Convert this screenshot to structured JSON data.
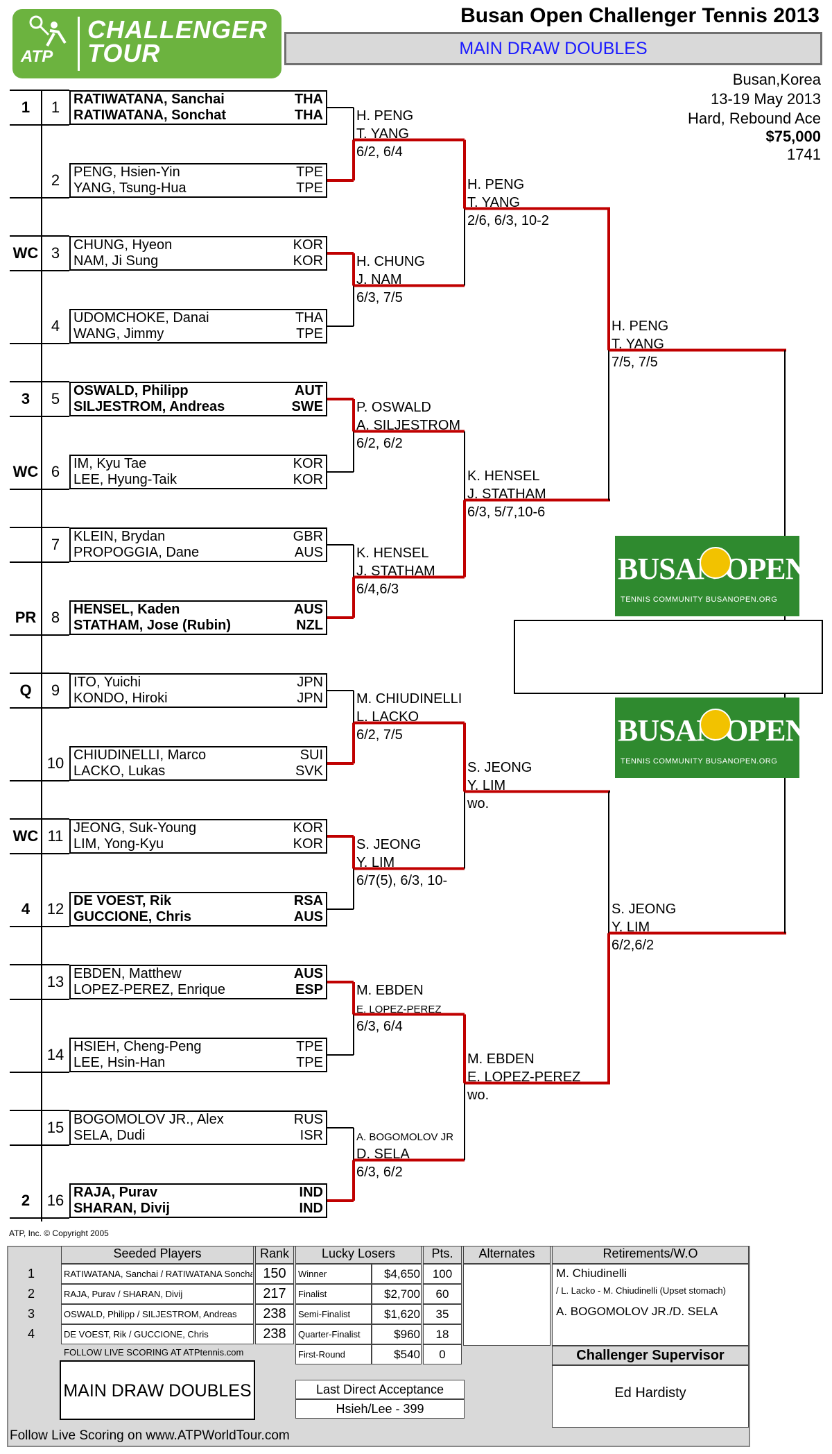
{
  "header": {
    "logo_atp": "ATP",
    "logo_challenger": "CHALLENGER",
    "logo_tour": "TOUR",
    "title": "Busan Open Challenger Tennis 2013",
    "subtitle": "MAIN DRAW DOUBLES",
    "location": "Busan,Korea",
    "dates": "13-19 May 2013",
    "surface": "Hard, Rebound Ace",
    "prize": "$75,000",
    "code": "1741"
  },
  "entries": [
    {
      "seed": "1",
      "num": "1",
      "p1": "RATIWATANA, Sanchai",
      "n1": "THA",
      "p2": "RATIWATANA, Sonchat",
      "n2": "THA",
      "bold": true
    },
    {
      "seed": "",
      "num": "2",
      "p1": "PENG, Hsien-Yin",
      "n1": "TPE",
      "p2": "YANG, Tsung-Hua",
      "n2": "TPE",
      "bold": false
    },
    {
      "seed": "WC",
      "num": "3",
      "p1": "CHUNG, Hyeon",
      "n1": "KOR",
      "p2": "NAM, Ji Sung",
      "n2": "KOR",
      "bold": false
    },
    {
      "seed": "",
      "num": "4",
      "p1": "UDOMCHOKE, Danai",
      "n1": "THA",
      "p2": "WANG, Jimmy",
      "n2": "TPE",
      "bold": false
    },
    {
      "seed": "3",
      "num": "5",
      "p1": "OSWALD, Philipp",
      "n1": "AUT",
      "p2": "SILJESTROM, Andreas",
      "n2": "SWE",
      "bold": true
    },
    {
      "seed": "WC",
      "num": "6",
      "p1": "IM, Kyu Tae",
      "n1": "KOR",
      "p2": "LEE, Hyung-Taik",
      "n2": "KOR",
      "bold": false
    },
    {
      "seed": "",
      "num": "7",
      "p1": "KLEIN, Brydan",
      "n1": "GBR",
      "p2": "PROPOGGIA, Dane",
      "n2": "AUS",
      "bold": false
    },
    {
      "seed": "PR",
      "num": "8",
      "p1": "HENSEL, Kaden",
      "n1": "AUS",
      "p2": "STATHAM, Jose (Rubin)",
      "n2": "NZL",
      "bold": true
    },
    {
      "seed": "Q",
      "num": "9",
      "p1": "ITO, Yuichi",
      "n1": "JPN",
      "p2": "KONDO, Hiroki",
      "n2": "JPN",
      "bold": false
    },
    {
      "seed": "",
      "num": "10",
      "p1": "CHIUDINELLI, Marco",
      "n1": "SUI",
      "p2": "LACKO, Lukas",
      "n2": "SVK",
      "bold": false
    },
    {
      "seed": "WC",
      "num": "11",
      "p1": "JEONG, Suk-Young",
      "n1": "KOR",
      "p2": "LIM, Yong-Kyu",
      "n2": "KOR",
      "bold": false
    },
    {
      "seed": "4",
      "num": "12",
      "p1": "DE VOEST, Rik",
      "n1": "RSA",
      "p2": "GUCCIONE, Chris",
      "n2": "AUS",
      "bold": true
    },
    {
      "seed": "",
      "num": "13",
      "p1": "EBDEN, Matthew",
      "n1": "AUS",
      "p2": "LOPEZ-PEREZ, Enrique",
      "n2": "ESP",
      "bold": false,
      "bold_nat": true
    },
    {
      "seed": "",
      "num": "14",
      "p1": "HSIEH, Cheng-Peng",
      "n1": "TPE",
      "p2": "LEE, Hsin-Han",
      "n2": "TPE",
      "bold": false
    },
    {
      "seed": "",
      "num": "15",
      "p1": "BOGOMOLOV JR., Alex",
      "n1": "RUS",
      "p2": "SELA, Dudi",
      "n2": "ISR",
      "bold": false
    },
    {
      "seed": "2",
      "num": "16",
      "p1": "RAJA, Purav",
      "n1": "IND",
      "p2": "SHARAN, Divij",
      "n2": "IND",
      "bold": true
    }
  ],
  "round2": [
    {
      "w1": "H. PENG",
      "w2": "T. YANG",
      "score": "6/2, 6/4"
    },
    {
      "w1": "H. CHUNG",
      "w2": "J. NAM",
      "score": "6/3, 7/5"
    },
    {
      "w1": "P. OSWALD",
      "w2": "A. SILJESTROM",
      "score": "6/2, 6/2"
    },
    {
      "w1": "K. HENSEL",
      "w2": "J. STATHAM",
      "score": "6/4,6/3"
    },
    {
      "w1": "M. CHIUDINELLI",
      "w2": "L. LACKO",
      "score": "6/2, 7/5"
    },
    {
      "w1": "S. JEONG",
      "w2": "Y. LIM",
      "score": "6/7(5), 6/3, 10-"
    },
    {
      "w1": "M. EBDEN",
      "w2": "E. LOPEZ-PEREZ",
      "score": "6/3, 6/4",
      "w2_small": true
    },
    {
      "w1": "A. BOGOMOLOV JR",
      "w2": "D. SELA",
      "score": "6/3, 6/2",
      "w1_small": true
    }
  ],
  "quarterfinals": [
    {
      "w1": "H. PENG",
      "w2": "T. YANG",
      "score": "2/6, 6/3, 10-2"
    },
    {
      "w1": "K. HENSEL",
      "w2": "J. STATHAM",
      "score": "6/3, 5/7,10-6"
    },
    {
      "w1": "S. JEONG",
      "w2": "Y. LIM",
      "score": "wo."
    },
    {
      "w1": "M. EBDEN",
      "w2": "E. LOPEZ-PEREZ",
      "score": "wo."
    }
  ],
  "semifinals": [
    {
      "w1": "H. PENG",
      "w2": "T. YANG",
      "score": "7/5, 7/5"
    },
    {
      "w1": "S. JEONG",
      "w2": "Y. LIM",
      "score": "6/2,6/2"
    }
  ],
  "banner": {
    "big": "BUSAN OPEN",
    "small": "TENNIS COMMUNITY BUSANOPEN.ORG"
  },
  "copyright": "ATP, Inc. © Copyright 2005",
  "footer": {
    "seeded_header": "Seeded Players",
    "rank_header": "Rank",
    "lucky_header": "Lucky Losers",
    "pts_header": "Pts.",
    "alternates_header": "Alternates",
    "retire_header": "Retirements/W.O",
    "seeded": [
      {
        "n": "1",
        "team": "RATIWATANA, Sanchai / RATIWATANA Sonchat",
        "rank": "150"
      },
      {
        "n": "2",
        "team": "RAJA, Purav / SHARAN, Divij",
        "rank": "217"
      },
      {
        "n": "3",
        "team": "OSWALD, Philipp / SILJESTROM, Andreas",
        "rank": "238"
      },
      {
        "n": "4",
        "team": "DE VOEST, Rik / GUCCIONE, Chris",
        "rank": "238"
      }
    ],
    "prizes": [
      {
        "round": "Winner",
        "money": "$4,650",
        "pts": "100"
      },
      {
        "round": "Finalist",
        "money": "$2,700",
        "pts": "60"
      },
      {
        "round": "Semi-Finalist",
        "money": "$1,620",
        "pts": "35"
      },
      {
        "round": "Quarter-Finalist",
        "money": "$960",
        "pts": "18"
      },
      {
        "round": "First-Round",
        "money": "$540",
        "pts": "0"
      }
    ],
    "retirements": [
      "M. Chiudinelli",
      "/ L. Lacko - M. Chiudinelli (Upset stomach)",
      "A. BOGOMOLOV JR./D. SELA"
    ],
    "follow_small": "FOLLOW LIVE SCORING AT ATPtennis.com",
    "main_draw": "MAIN DRAW DOUBLES",
    "lda_label": "Last Direct Acceptance",
    "lda_value": "Hsieh/Lee - 399",
    "supervisor_label": "Challenger Supervisor",
    "supervisor": "Ed Hardisty",
    "follow_big": "Follow Live Scoring on www.ATPWorldTour.com"
  }
}
